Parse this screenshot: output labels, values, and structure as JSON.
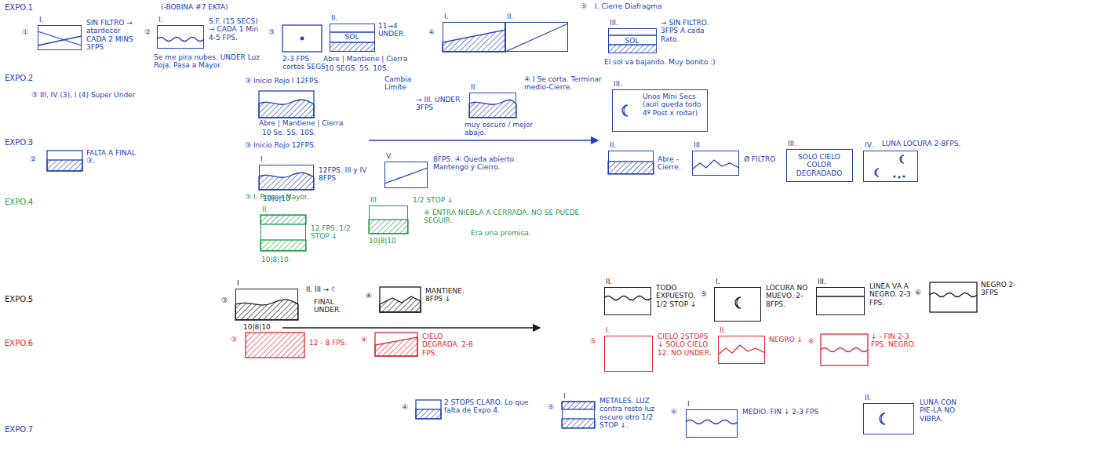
{
  "diagram": {
    "nodes": [
      {
        "text": [
          "I."
        ]
      },
      {
        "text": [
          "I."
        ]
      },
      {
        "text": [
          "II.",
          "SOL"
        ]
      },
      {
        "text": [
          "I."
        ]
      },
      {
        "text": [
          "II."
        ]
      },
      {
        "text": [
          "III.",
          "SOL"
        ]
      },
      {
        "text": [
          "II"
        ]
      },
      {
        "text": [
          "III.",
          "Unos Mini Secs (aun queda todo 4º Post x rodar)"
        ]
      },
      {
        "text": [
          "I."
        ]
      },
      {
        "text": [
          "V."
        ]
      },
      {
        "text": [
          "II."
        ]
      },
      {
        "text": [
          "III"
        ]
      },
      {
        "text": [
          "III.",
          "SOLO CIELO COLOR DEGRADADO"
        ]
      },
      {
        "text": [
          "IV."
        ]
      },
      {
        "text": [
          "II."
        ]
      },
      {
        "text": [
          "III"
        ]
      },
      {
        "text": [
          "I"
        ]
      },
      {
        "text": [
          "II."
        ]
      },
      {
        "text": [
          "I."
        ]
      },
      {
        "text": [
          "III."
        ]
      },
      {
        "text": [
          "I."
        ]
      },
      {
        "text": [
          "II."
        ]
      },
      {
        "text": [
          "I"
        ]
      },
      {
        "text": [
          "I"
        ]
      },
      {
        "text": [
          "II."
        ]
      }
    ],
    "labels": [
      "EXPO.1",
      "(-BOBINA #7 EKTA)",
      "①",
      "SIN FILTRO → atardecer CADA 2 MINS 3FPS",
      "②",
      "S.F. (15 SECS) → CADA 1 Min 4-5 FPS.",
      "Se me pira nubes. UNDER Luz Roja. Pasa a Mayor.",
      "③",
      "2-3 FPS cortos SEGS",
      "11→4 UNDER",
      "Abre | Mantiene | Cierra",
      "10 SEGS. 5S. 10S.",
      "④",
      "⑤",
      "I. Cierre Diafragma",
      "→ SIN FILTRO. 3FPS A cada Rato.",
      "El sol va bajando. Muy bonito :)",
      "EXPO.2",
      "③ III, IV (3), I (4) Super Under",
      "③ Inicio Rojo I 12FPS.",
      "Cambia Limite",
      "→ III. UNDER 3FPS",
      "Abre | Mantiene | Cierra",
      "10 Se. 5S. 10S.",
      "muy oscuro / mejor abajo.",
      "④ I Se corta. Terminar medio-Cierre.",
      "EXPO.3",
      "②",
      "FALTA A FINAL ③.",
      "③ Inicio Rojo 12FPS.",
      "12FPS. III y IV 8FPS",
      "10|8|10",
      "8FPS. ④ Queda abierto. Mantengo y Cierro.",
      "Abre - Cierre.",
      "Ø FILTRO",
      "LUNA LOCURA 2-8FPS.",
      "EXPO.4",
      "③ I. Rojo → Mayor.",
      "12 FPS. 1/2 STOP ↓",
      "10|8|10",
      "1/2 STOP ↓",
      "④ ENTRA NIEBLA A CERRADA. NO SE PUEDE SEGUIR.",
      "Era una premisa.",
      "10|8|10",
      "EXPO.5",
      "③",
      "II. III → ☾",
      "FINAL UNDER.",
      "④",
      "MANTIENE. 8FPS ↓",
      "10|8|10",
      "TODO EXPUESTO. 1/2 STOP ↓",
      "⑤",
      "LOCURA NO MUEVO. 2-8FPS.",
      "LINEA VA A NEGRO. 2-3 FPS.",
      "⑥",
      "NEGRO 2-3FPS",
      "EXPO.6",
      "③",
      "12 - 8 FPS.",
      "④",
      "CIELO DEGRADA. 2-8 FPS.",
      "⑤",
      "CIELO 2STOPS ↓ SOLO CIELO 12. NO UNDER.",
      "NEGRO ↓",
      "⑥",
      "↓ - FIN 2-3 FPS. NEGRO.",
      "EXPO.7",
      "④",
      "2 STOPS CLARO. Lo que falta de Expo 4.",
      "⑤",
      "METALES. LUZ contra resto luz oscuro otro 1/2 STOP ↓.",
      "⑥",
      "MEDIO. FIN ↓ 2-3 FPS",
      "LUNA CON PIE-LA NO VIBRA."
    ]
  }
}
